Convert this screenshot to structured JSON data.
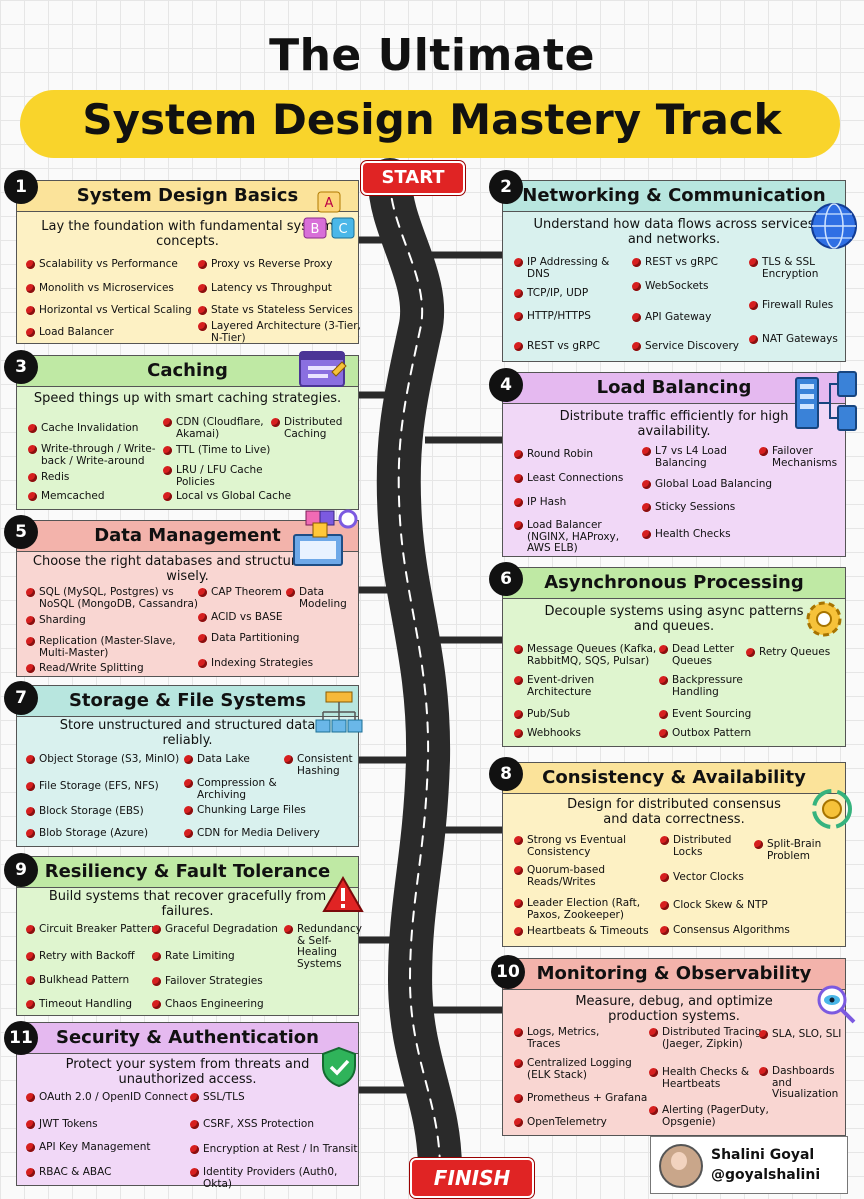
{
  "title": {
    "line1": "The Ultimate",
    "line2": "System Design Mastery Track"
  },
  "start_label": "START",
  "finish_label": "FINISH",
  "author": {
    "name": "Shalini Goyal",
    "handle": "@goyalshalini"
  },
  "colors": {
    "yellow": "#fdf1c4",
    "teal": "#d9f1ee",
    "green": "#dff5cf",
    "purple": "#f1d8f7",
    "red": "#f9d6d2",
    "accent": "#f9d42b",
    "bullet": "#d61f1f"
  },
  "sections": [
    {
      "num": "1",
      "title": "System Design Basics",
      "desc": "Lay the foundation with fundamental system concepts.",
      "icon": "abc-blocks-icon",
      "items": [
        "Scalability vs Performance",
        "Proxy vs Reverse Proxy",
        "Monolith vs Microservices",
        "Latency vs Throughput",
        "Horizontal vs Vertical Scaling",
        "State vs Stateless Services",
        "Load Balancer",
        "Layered Architecture (3-Tier, N-Tier)"
      ]
    },
    {
      "num": "2",
      "title": "Networking & Communication",
      "desc": "Understand how data flows across services and networks.",
      "icon": "globe-network-icon",
      "items": [
        "IP Addressing & DNS",
        "REST vs gRPC",
        "TLS & SSL Encryption",
        "TCP/IP, UDP",
        "WebSockets",
        "Firewall Rules",
        "HTTP/HTTPS",
        "API Gateway",
        "NAT Gateways",
        "REST vs gRPC",
        "Service Discovery"
      ]
    },
    {
      "num": "3",
      "title": "Caching",
      "desc": "Speed things up with smart caching strategies.",
      "icon": "cache-window-icon",
      "items": [
        "Cache Invalidation",
        "CDN (Cloudflare, Akamai)",
        "Distributed Caching",
        "Write-through / Write-back / Write-around",
        "TTL (Time to Live)",
        "Redis",
        "LRU / LFU Cache Policies",
        "Memcached",
        "Local vs Global Cache"
      ]
    },
    {
      "num": "4",
      "title": "Load Balancing",
      "desc": "Distribute traffic efficiently for high availability.",
      "icon": "server-rack-icon",
      "items": [
        "Round Robin",
        "L7 vs L4 Load Balancing",
        "Failover Mechanisms",
        "Least Connections",
        "Global Load Balancing",
        "IP Hash",
        "Sticky Sessions",
        "Load Balancer (NGINX, HAProxy, AWS ELB)",
        "Health Checks"
      ]
    },
    {
      "num": "5",
      "title": "Data Management",
      "desc": "Choose the right databases and structure them wisely.",
      "icon": "data-cubes-icon",
      "items": [
        "SQL (MySQL, Postgres) vs NoSQL (MongoDB, Cassandra)",
        "CAP Theorem",
        "Data Modeling",
        "Sharding",
        "ACID vs BASE",
        "Replication (Master-Slave, Multi-Master)",
        "Data Partitioning",
        "Read/Write Splitting",
        "Indexing Strategies"
      ]
    },
    {
      "num": "6",
      "title": "Asynchronous Processing",
      "desc": "Decouple systems using async patterns and queues.",
      "icon": "gear-icon",
      "items": [
        "Message Queues (Kafka, RabbitMQ, SQS, Pulsar)",
        "Dead Letter Queues",
        "Retry Queues",
        "Event-driven Architecture",
        "Backpressure Handling",
        "Pub/Sub",
        "Event Sourcing",
        "Webhooks",
        "Outbox Pattern"
      ]
    },
    {
      "num": "7",
      "title": "Storage & File Systems",
      "desc": "Store unstructured and structured data reliably.",
      "icon": "file-tree-icon",
      "items": [
        "Object Storage (S3, MinIO)",
        "Data Lake",
        "Consistent Hashing",
        "File Storage (EFS, NFS)",
        "Compression & Archiving",
        "Block Storage (EBS)",
        "Chunking Large Files",
        "Blob Storage (Azure)",
        "CDN for Media Delivery"
      ]
    },
    {
      "num": "8",
      "title": "Consistency & Availability",
      "desc": "Design for distributed consensus and data correctness.",
      "icon": "sync-gear-icon",
      "items": [
        "Strong vs Eventual Consistency",
        "Distributed Locks",
        "Split-Brain Problem",
        "Quorum-based Reads/Writes",
        "Vector Clocks",
        "Leader Election (Raft, Paxos, Zookeeper)",
        "Clock Skew & NTP",
        "Heartbeats & Timeouts",
        "Consensus Algorithms"
      ]
    },
    {
      "num": "9",
      "title": "Resiliency & Fault Tolerance",
      "desc": "Build systems that recover gracefully from failures.",
      "icon": "warning-icon",
      "items": [
        "Circuit Breaker Pattern",
        "Graceful Degradation",
        "Redundancy & Self-Healing Systems",
        "Retry with Backoff",
        "Rate Limiting",
        "Bulkhead Pattern",
        "Failover Strategies",
        "Timeout Handling",
        "Chaos Engineering"
      ]
    },
    {
      "num": "10",
      "title": "Monitoring & Observability",
      "desc": "Measure, debug, and optimize production systems.",
      "icon": "eye-magnifier-icon",
      "items": [
        "Logs, Metrics, Traces",
        "Distributed Tracing (Jaeger, Zipkin)",
        "SLA, SLO, SLI",
        "Centralized Logging (ELK Stack)",
        "Health Checks & Heartbeats",
        "Dashboards and Visualization",
        "Prometheus + Grafana",
        "Alerting (PagerDuty, Opsgenie)",
        "OpenTelemetry"
      ]
    },
    {
      "num": "11",
      "title": "Security & Authentication",
      "desc": "Protect your system from threats and unauthorized access.",
      "icon": "shield-check-icon",
      "items": [
        "OAuth 2.0 / OpenID Connect",
        "SSL/TLS",
        "JWT Tokens",
        "CSRF, XSS Protection",
        "API Key Management",
        "Encryption at Rest / In Transit",
        "RBAC & ABAC",
        "Identity Providers (Auth0, Okta)"
      ]
    }
  ]
}
